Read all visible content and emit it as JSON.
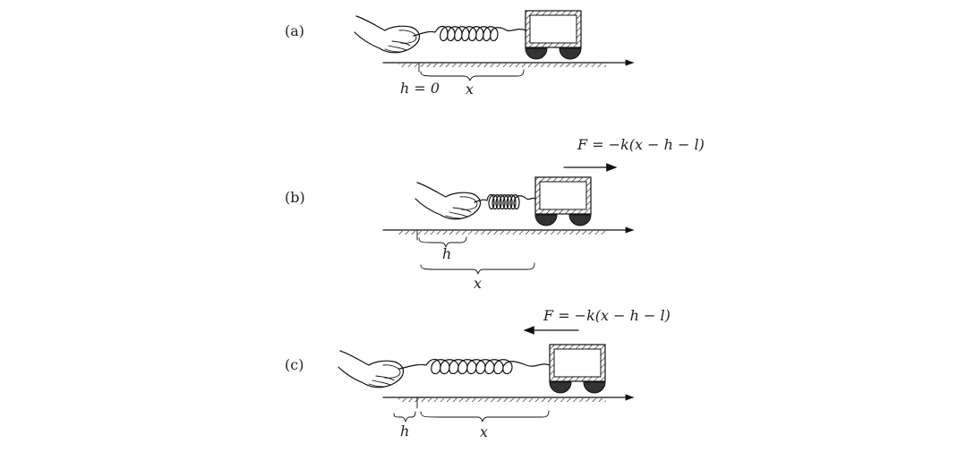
{
  "panels": [
    {
      "label": "(a)",
      "h_label": "h = 0",
      "x_label": "x",
      "force_label": ""
    },
    {
      "label": "(b)",
      "h_label": "h",
      "x_label": "x",
      "force_label": "F = −k(x − h − l)",
      "force_direction": "right"
    },
    {
      "label": "(c)",
      "h_label": "h",
      "x_label": "x",
      "force_label": "F = −k(x − h − l)",
      "force_direction": "left"
    }
  ],
  "colors": {
    "ink": "#111111",
    "wheel": "#333333",
    "background": "#ffffff"
  }
}
